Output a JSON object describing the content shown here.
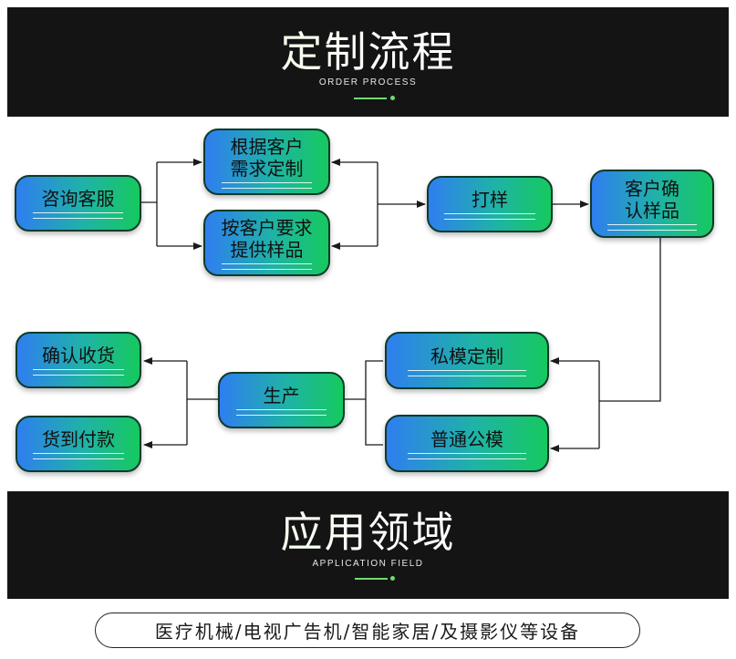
{
  "header": {
    "title": "定制流程",
    "subtitle": "ORDER PROCESS"
  },
  "flow": {
    "nodes": {
      "consult": "咨询客服",
      "custom": "根据客户\n需求定制",
      "sample_supply": "按客户要求\n提供样品",
      "proof": "打样",
      "confirm_sample": "客户确\n认样品",
      "private_mold": "私模定制",
      "common_mold": "普通公模",
      "production": "生产",
      "confirm_receipt": "确认收货",
      "payment": "货到付款"
    }
  },
  "section2": {
    "title": "应用领域",
    "subtitle": "APPLICATION FIELD"
  },
  "applications": "医疗机械/电视广告机/智能家居/及摄影仪等设备",
  "colors": {
    "banner": "#141414",
    "accent": "#6fdc73",
    "node_start": "#2f7ef0",
    "node_end": "#16c95e"
  }
}
